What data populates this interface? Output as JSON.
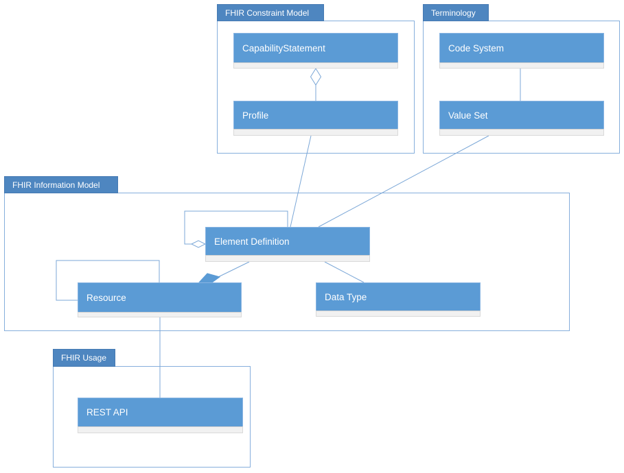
{
  "diagram": {
    "title": "FHIR model overview diagram",
    "packages": {
      "constraint": {
        "label": "FHIR Constraint Model"
      },
      "terminology": {
        "label": "Terminology"
      },
      "information": {
        "label": "FHIR Information Model"
      },
      "usage": {
        "label": "FHIR Usage"
      }
    },
    "classes": {
      "capability_statement": {
        "label": "CapabilityStatement",
        "package": "FHIR Constraint Model"
      },
      "profile": {
        "label": "Profile",
        "package": "FHIR Constraint Model"
      },
      "code_system": {
        "label": "Code System",
        "package": "Terminology"
      },
      "value_set": {
        "label": "Value Set",
        "package": "Terminology"
      },
      "element_definition": {
        "label": "Element Definition",
        "package": "FHIR Information Model"
      },
      "resource": {
        "label": "Resource",
        "package": "FHIR Information Model"
      },
      "data_type": {
        "label": "Data Type",
        "package": "FHIR Information Model"
      },
      "rest_api": {
        "label": "REST API",
        "package": "FHIR Usage"
      }
    },
    "relationships": [
      {
        "from": "CapabilityStatement",
        "to": "Profile",
        "type": "aggregation (open diamond at CapabilityStatement)"
      },
      {
        "from": "Code System",
        "to": "Value Set",
        "type": "association"
      },
      {
        "from": "Profile",
        "to": "Element Definition",
        "type": "association"
      },
      {
        "from": "Value Set",
        "to": "Element Definition",
        "type": "association"
      },
      {
        "from": "Element Definition",
        "to": "Element Definition",
        "type": "self aggregation (open diamond)"
      },
      {
        "from": "Resource",
        "to": "Resource",
        "type": "self association"
      },
      {
        "from": "Element Definition",
        "to": "Resource",
        "type": "composition (filled diamond at Resource)"
      },
      {
        "from": "Element Definition",
        "to": "Data Type",
        "type": "association"
      },
      {
        "from": "Resource",
        "to": "REST API",
        "type": "association"
      }
    ],
    "colors": {
      "class_fill": "#5B9BD5",
      "tab_fill": "#4E86C0",
      "package_border": "#85AEDC",
      "connector": "#7BA7D7",
      "strip_fill": "#F1F1F1",
      "strip_border": "#D9D9D9",
      "text": "#FFFFFF"
    }
  }
}
